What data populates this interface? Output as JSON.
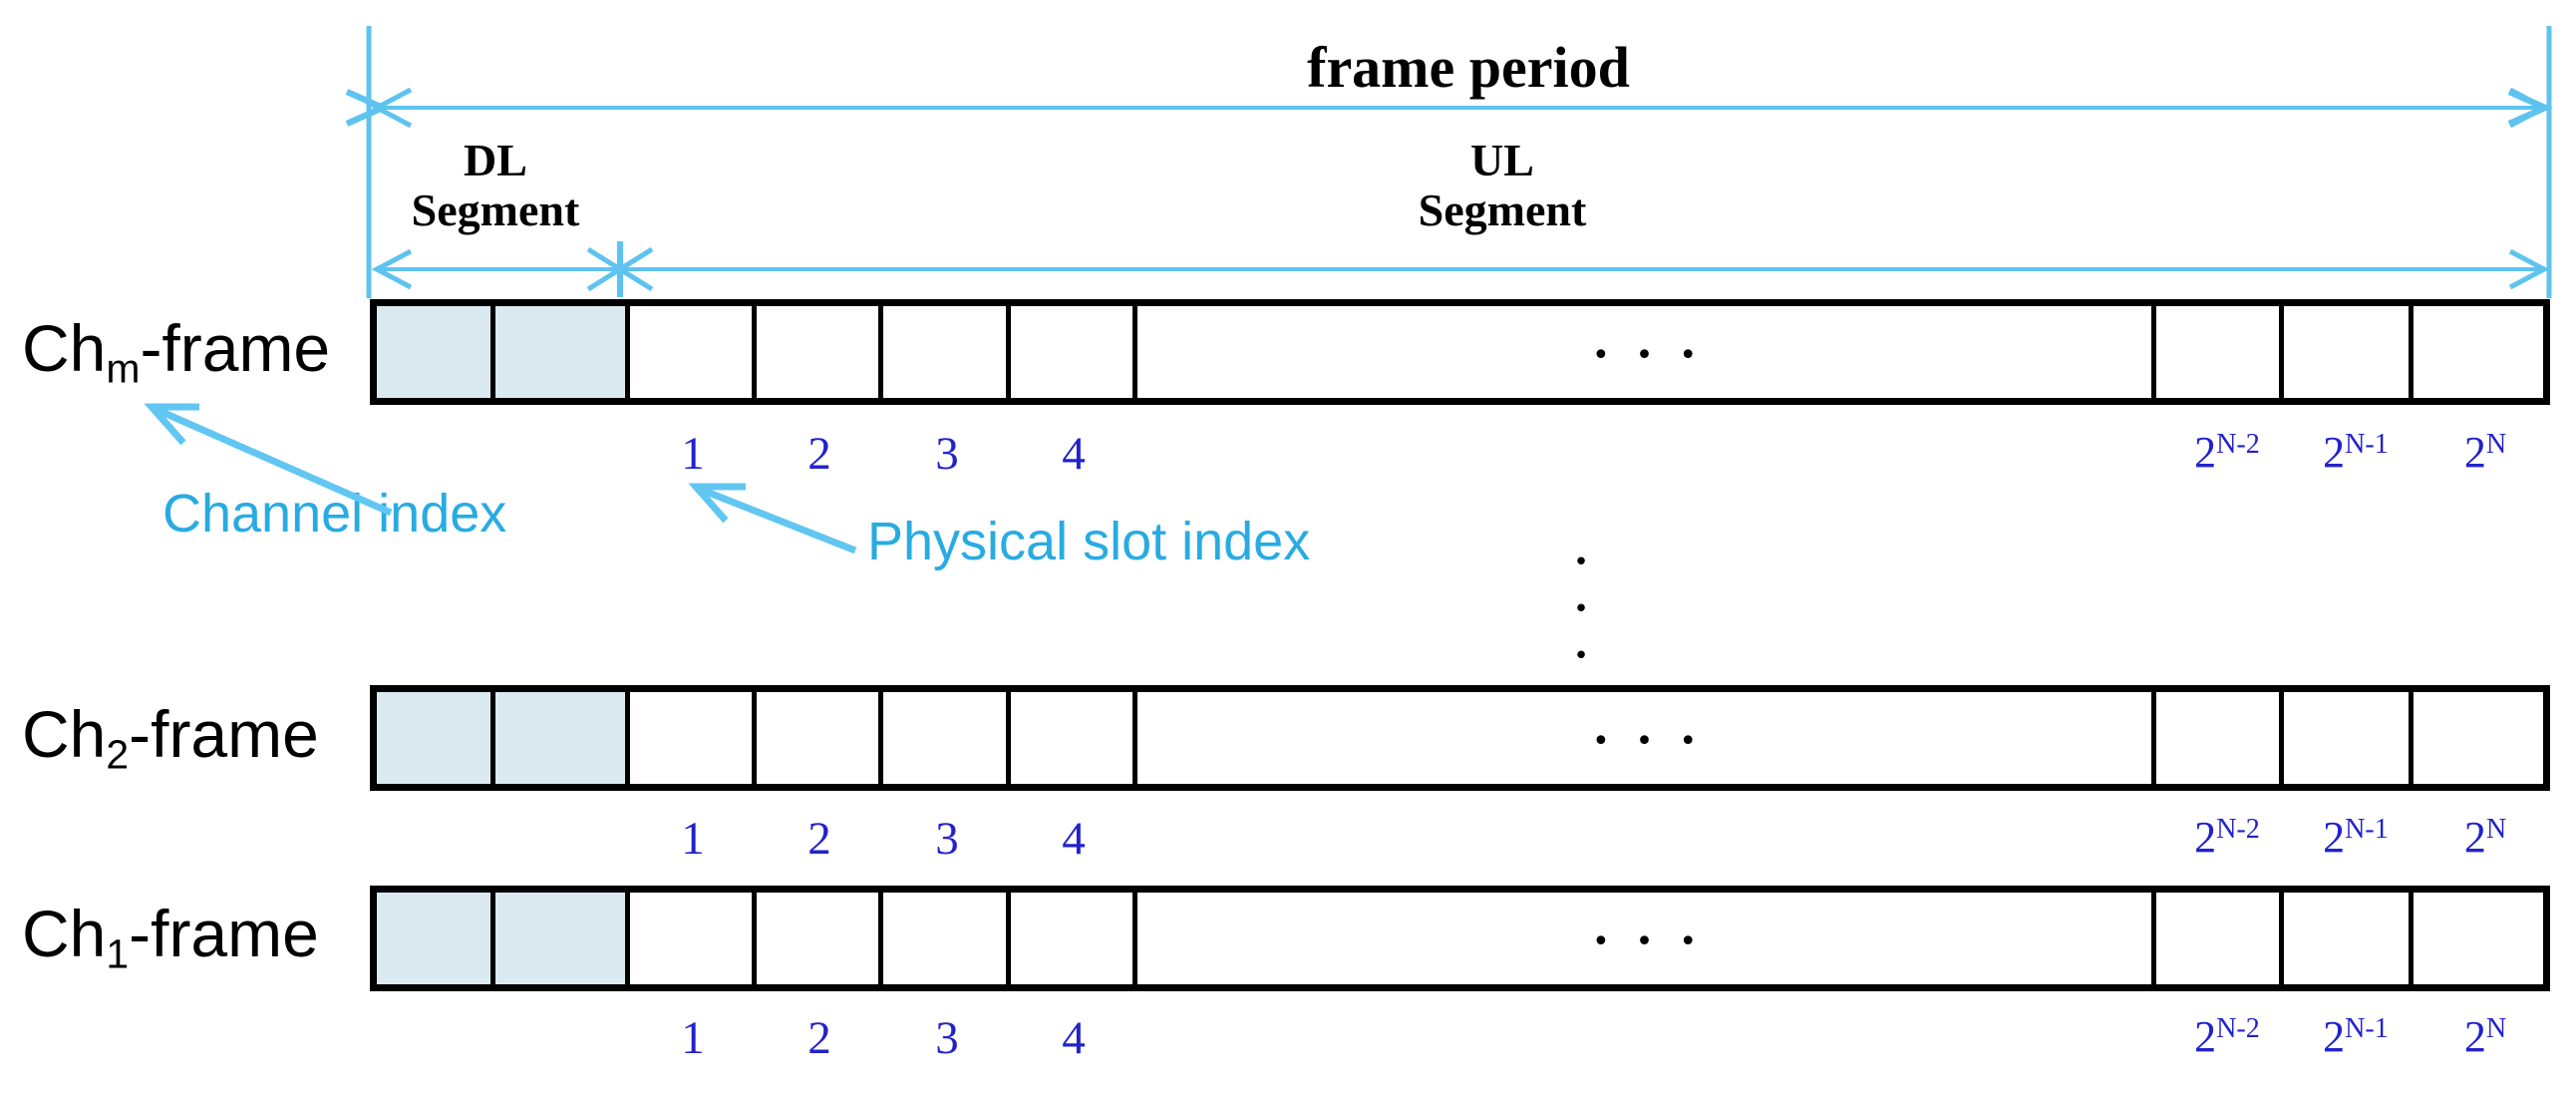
{
  "diagram": {
    "title": "frame period",
    "dl_segment": {
      "line1": "DL",
      "line2": "Segment"
    },
    "ul_segment": {
      "line1": "UL",
      "line2": "Segment"
    },
    "annotations": {
      "channel_index": "Channel index",
      "physical_slot_index": "Physical slot index"
    },
    "ellipsis_horizontal": "•••",
    "ellipsis_vertical": "•\n•\n•",
    "colors": {
      "guide_cyan": "#5fc3f0",
      "annotation_cyan": "#29abe2",
      "index_blue": "#2222cc",
      "dl_slot_fill": "#dbeaf1",
      "line_black": "#000000"
    }
  },
  "rows": [
    {
      "prefix": "Ch",
      "sub": "m",
      "suffix": "-frame"
    },
    {
      "prefix": "Ch",
      "sub": "2",
      "suffix": "-frame"
    },
    {
      "prefix": "Ch",
      "sub": "1",
      "suffix": "-frame"
    }
  ],
  "slot_numbers": [
    "1",
    "2",
    "3",
    "4"
  ],
  "power_labels": [
    {
      "base": "2",
      "sup": "N-2"
    },
    {
      "base": "2",
      "sup": "N-1"
    },
    {
      "base": "2",
      "sup": "N"
    }
  ]
}
